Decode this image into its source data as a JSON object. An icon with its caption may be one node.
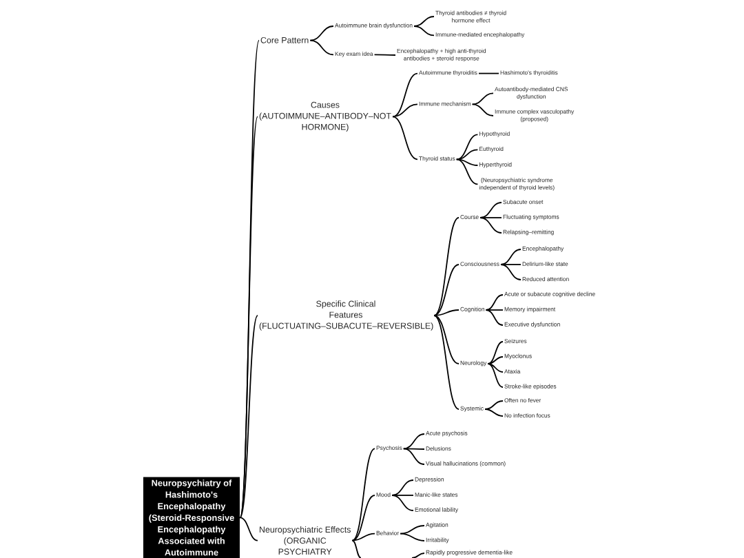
{
  "diagram": {
    "nodes": [
      {
        "text": [
          "Neuropsychiatry of Hashimoto's Encephalopathy (Steroid-Responsive Encephalopathy Associated with Autoimmune"
        ]
      },
      {
        "text": [
          "Core Pattern"
        ]
      },
      {
        "text": [
          "Autoimmune brain dysfunction"
        ]
      },
      {
        "text": [
          "Thyroid antibodies ≠ thyroid hormone effect"
        ]
      },
      {
        "text": [
          "Immune-mediated encephalopathy"
        ]
      },
      {
        "text": [
          "Key exam idea"
        ]
      },
      {
        "text": [
          "Encephalopathy + high anti-thyroid antibodies + steroid response"
        ]
      },
      {
        "text": [
          "Causes (AUTOIMMUNE–ANTIBODY–NOT HORMONE)"
        ]
      },
      {
        "text": [
          "Autoimmune thyroiditis"
        ]
      },
      {
        "text": [
          "Hashimoto's thyroiditis"
        ]
      },
      {
        "text": [
          "Immune mechanism"
        ]
      },
      {
        "text": [
          "Autoantibody-mediated CNS dysfunction"
        ]
      },
      {
        "text": [
          "Immune complex vasculopathy (proposed)"
        ]
      },
      {
        "text": [
          "Thyroid status"
        ]
      },
      {
        "text": [
          "Hypothyroid"
        ]
      },
      {
        "text": [
          "Euthyroid"
        ]
      },
      {
        "text": [
          "Hyperthyroid"
        ]
      },
      {
        "text": [
          "(Neuropsychiatric syndrome independent of thyroid levels)"
        ]
      },
      {
        "text": [
          "Specific Clinical Features (FLUCTUATING–SUBACUTE–REVERSIBLE)"
        ]
      },
      {
        "text": [
          "Course"
        ]
      },
      {
        "text": [
          "Subacute onset"
        ]
      },
      {
        "text": [
          "Fluctuating symptoms"
        ]
      },
      {
        "text": [
          "Relapsing–remitting"
        ]
      },
      {
        "text": [
          "Consciousness"
        ]
      },
      {
        "text": [
          "Encephalopathy"
        ]
      },
      {
        "text": [
          "Delirium-like state"
        ]
      },
      {
        "text": [
          "Reduced attention"
        ]
      },
      {
        "text": [
          "Cognition"
        ]
      },
      {
        "text": [
          "Acute or subacute cognitive decline"
        ]
      },
      {
        "text": [
          "Memory impairment"
        ]
      },
      {
        "text": [
          "Executive dysfunction"
        ]
      },
      {
        "text": [
          "Neurology"
        ]
      },
      {
        "text": [
          "Seizures"
        ]
      },
      {
        "text": [
          "Myoclonus"
        ]
      },
      {
        "text": [
          "Ataxia"
        ]
      },
      {
        "text": [
          "Stroke-like episodes"
        ]
      },
      {
        "text": [
          "Systemic"
        ]
      },
      {
        "text": [
          "Often no fever"
        ]
      },
      {
        "text": [
          "No infection focus"
        ]
      },
      {
        "text": [
          "Neuropsychiatric Effects (ORGANIC PSYCHIATRY"
        ]
      },
      {
        "text": [
          "Psychosis"
        ]
      },
      {
        "text": [
          "Acute psychosis"
        ]
      },
      {
        "text": [
          "Delusions"
        ]
      },
      {
        "text": [
          "Visual hallucinations (common)"
        ]
      },
      {
        "text": [
          "Mood"
        ]
      },
      {
        "text": [
          "Depression"
        ]
      },
      {
        "text": [
          "Manic-like states"
        ]
      },
      {
        "text": [
          "Emotional lability"
        ]
      },
      {
        "text": [
          "Behavior"
        ]
      },
      {
        "text": [
          "Agitation"
        ]
      },
      {
        "text": [
          "Irritability"
        ]
      },
      {
        "text": [
          "Rapidly progressive dementia-like"
        ]
      }
    ],
    "edges": [
      {
        "from": 0,
        "to": 1,
        "arrow": "none"
      },
      {
        "from": 0,
        "to": 7,
        "arrow": "none"
      },
      {
        "from": 0,
        "to": 18,
        "arrow": "none"
      },
      {
        "from": 0,
        "to": 39,
        "arrow": "none"
      },
      {
        "from": 1,
        "to": 2,
        "arrow": "none"
      },
      {
        "from": 2,
        "to": 3,
        "arrow": "none"
      },
      {
        "from": 2,
        "to": 4,
        "arrow": "none"
      },
      {
        "from": 1,
        "to": 5,
        "arrow": "none"
      },
      {
        "from": 5,
        "to": 6,
        "arrow": "none"
      },
      {
        "from": 7,
        "to": 8,
        "arrow": "none"
      },
      {
        "from": 8,
        "to": 9,
        "arrow": "none"
      },
      {
        "from": 7,
        "to": 10,
        "arrow": "none"
      },
      {
        "from": 10,
        "to": 11,
        "arrow": "none"
      },
      {
        "from": 10,
        "to": 12,
        "arrow": "none"
      },
      {
        "from": 7,
        "to": 13,
        "arrow": "none"
      },
      {
        "from": 13,
        "to": 14,
        "arrow": "none"
      },
      {
        "from": 13,
        "to": 15,
        "arrow": "none"
      },
      {
        "from": 13,
        "to": 16,
        "arrow": "none"
      },
      {
        "from": 13,
        "to": 17,
        "arrow": "none"
      },
      {
        "from": 18,
        "to": 19,
        "arrow": "none"
      },
      {
        "from": 19,
        "to": 20,
        "arrow": "none"
      },
      {
        "from": 19,
        "to": 21,
        "arrow": "none"
      },
      {
        "from": 19,
        "to": 22,
        "arrow": "none"
      },
      {
        "from": 18,
        "to": 23,
        "arrow": "none"
      },
      {
        "from": 23,
        "to": 24,
        "arrow": "none"
      },
      {
        "from": 23,
        "to": 25,
        "arrow": "none"
      },
      {
        "from": 23,
        "to": 26,
        "arrow": "none"
      },
      {
        "from": 18,
        "to": 27,
        "arrow": "none"
      },
      {
        "from": 27,
        "to": 28,
        "arrow": "none"
      },
      {
        "from": 27,
        "to": 29,
        "arrow": "none"
      },
      {
        "from": 27,
        "to": 30,
        "arrow": "none"
      },
      {
        "from": 18,
        "to": 31,
        "arrow": "none"
      },
      {
        "from": 31,
        "to": 32,
        "arrow": "none"
      },
      {
        "from": 31,
        "to": 33,
        "arrow": "none"
      },
      {
        "from": 31,
        "to": 34,
        "arrow": "none"
      },
      {
        "from": 31,
        "to": 35,
        "arrow": "none"
      },
      {
        "from": 18,
        "to": 36,
        "arrow": "none"
      },
      {
        "from": 36,
        "to": 37,
        "arrow": "none"
      },
      {
        "from": 36,
        "to": 38,
        "arrow": "none"
      },
      {
        "from": 39,
        "to": 40,
        "arrow": "none"
      },
      {
        "from": 40,
        "to": 41,
        "arrow": "none"
      },
      {
        "from": 40,
        "to": 42,
        "arrow": "none"
      },
      {
        "from": 40,
        "to": 43,
        "arrow": "none"
      },
      {
        "from": 39,
        "to": 44,
        "arrow": "none"
      },
      {
        "from": 44,
        "to": 45,
        "arrow": "none"
      },
      {
        "from": 44,
        "to": 46,
        "arrow": "none"
      },
      {
        "from": 44,
        "to": 47,
        "arrow": "none"
      },
      {
        "from": 39,
        "to": 48,
        "arrow": "none"
      },
      {
        "from": 48,
        "to": 49,
        "arrow": "none"
      },
      {
        "from": 48,
        "to": 50,
        "arrow": "none"
      },
      {
        "from": 39,
        "to": null,
        "arrow": "none"
      },
      {
        "from": null,
        "to": 51,
        "arrow": "none"
      }
    ]
  }
}
